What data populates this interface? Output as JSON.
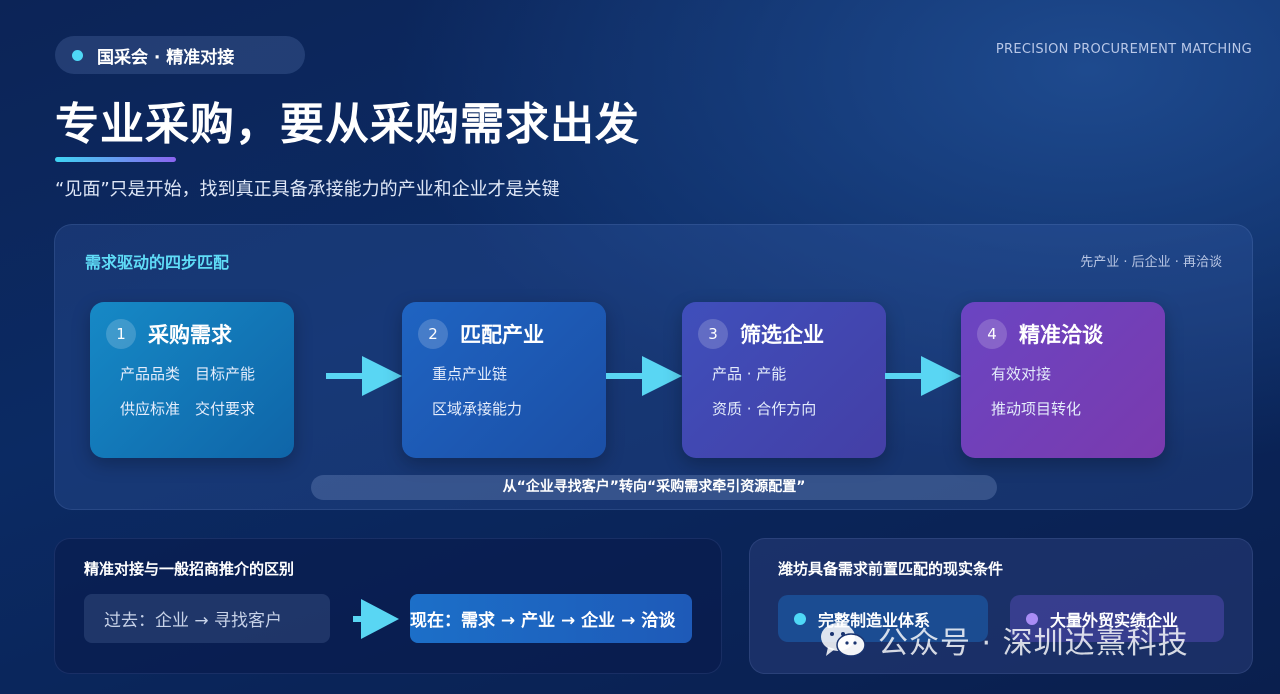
{
  "header": {
    "tag": "国采会 · 精准对接",
    "en_label": "PRECISION PROCUREMENT MATCHING",
    "title": "专业采购，要从采购需求出发",
    "subtitle": "“见面”只是开始，找到真正具备承接能力的产业和企业才是关键"
  },
  "flow": {
    "title": "需求驱动的四步匹配",
    "tag": "先产业 · 后企业 · 再洽谈",
    "steps": [
      {
        "num": "1",
        "title": "采购需求",
        "lines": [
          "产品品类　目标产能",
          "供应标准　交付要求"
        ]
      },
      {
        "num": "2",
        "title": "匹配产业",
        "lines": [
          "重点产业链",
          "区域承接能力"
        ]
      },
      {
        "num": "3",
        "title": "筛选企业",
        "lines": [
          "产品 · 产能",
          "资质 · 合作方向"
        ]
      },
      {
        "num": "4",
        "title": "精准洽谈",
        "lines": [
          "有效对接",
          "推动项目转化"
        ]
      }
    ],
    "bottom_note": "从“企业寻找客户”转向“采购需求牵引资源配置”"
  },
  "compare": {
    "title": "精准对接与一般招商推介的区别",
    "past": "过去：企业 → 寻找客户",
    "now": "现在：需求 → 产业 → 企业 → 洽谈"
  },
  "conditions": {
    "title": "潍坊具备需求前置匹配的现实条件",
    "items": [
      {
        "label": "完整制造业体系",
        "color": "#4fd8f6"
      },
      {
        "label": "大量外贸实绩企业",
        "color": "#a98cf5"
      }
    ]
  },
  "watermark": {
    "text": "公众号 · 深圳达熹科技",
    "icon": "wechat-icon"
  },
  "colors": {
    "accent_cyan": "#4fd8f6",
    "accent_purple": "#8b64f0",
    "arrow": "#59d6f3"
  }
}
